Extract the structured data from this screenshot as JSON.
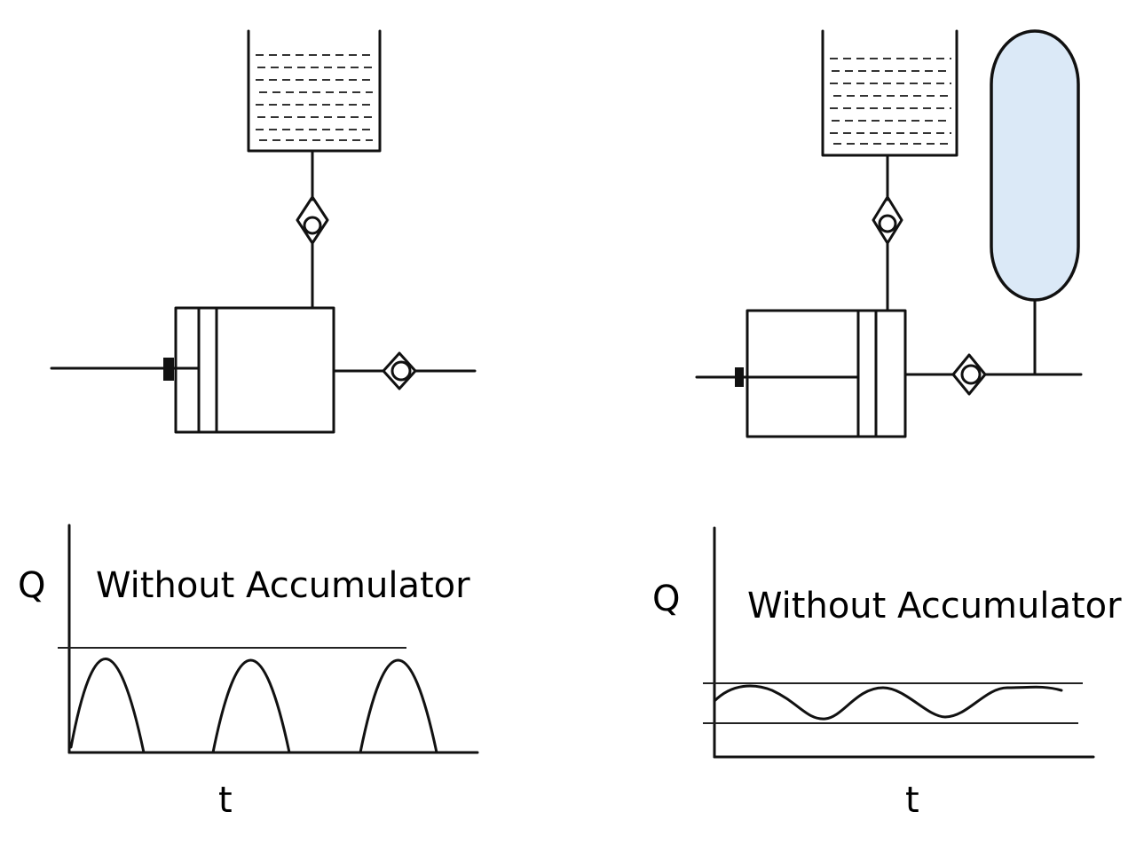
{
  "left": {
    "axis_q": "Q",
    "axis_t": "t",
    "title": "Without Accumulator"
  },
  "right": {
    "axis_q": "Q",
    "axis_t": "t",
    "title": "Without Accumulator"
  },
  "colors": {
    "line": "#111111",
    "accumulator_fill": "#dbe9f7",
    "fluid_dash": "#333333"
  }
}
